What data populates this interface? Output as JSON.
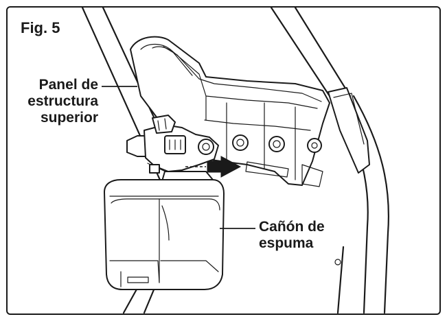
{
  "figure": {
    "title": "Fig. 5"
  },
  "callouts": {
    "top_panel": [
      "Panel de",
      "estructura",
      "superior"
    ],
    "foam_cannon": [
      "Cañón de",
      "espuma"
    ]
  },
  "icons": {
    "arrow": "arrow-right-icon"
  },
  "colors": {
    "ink": "#1a1a1a",
    "background": "#ffffff"
  }
}
